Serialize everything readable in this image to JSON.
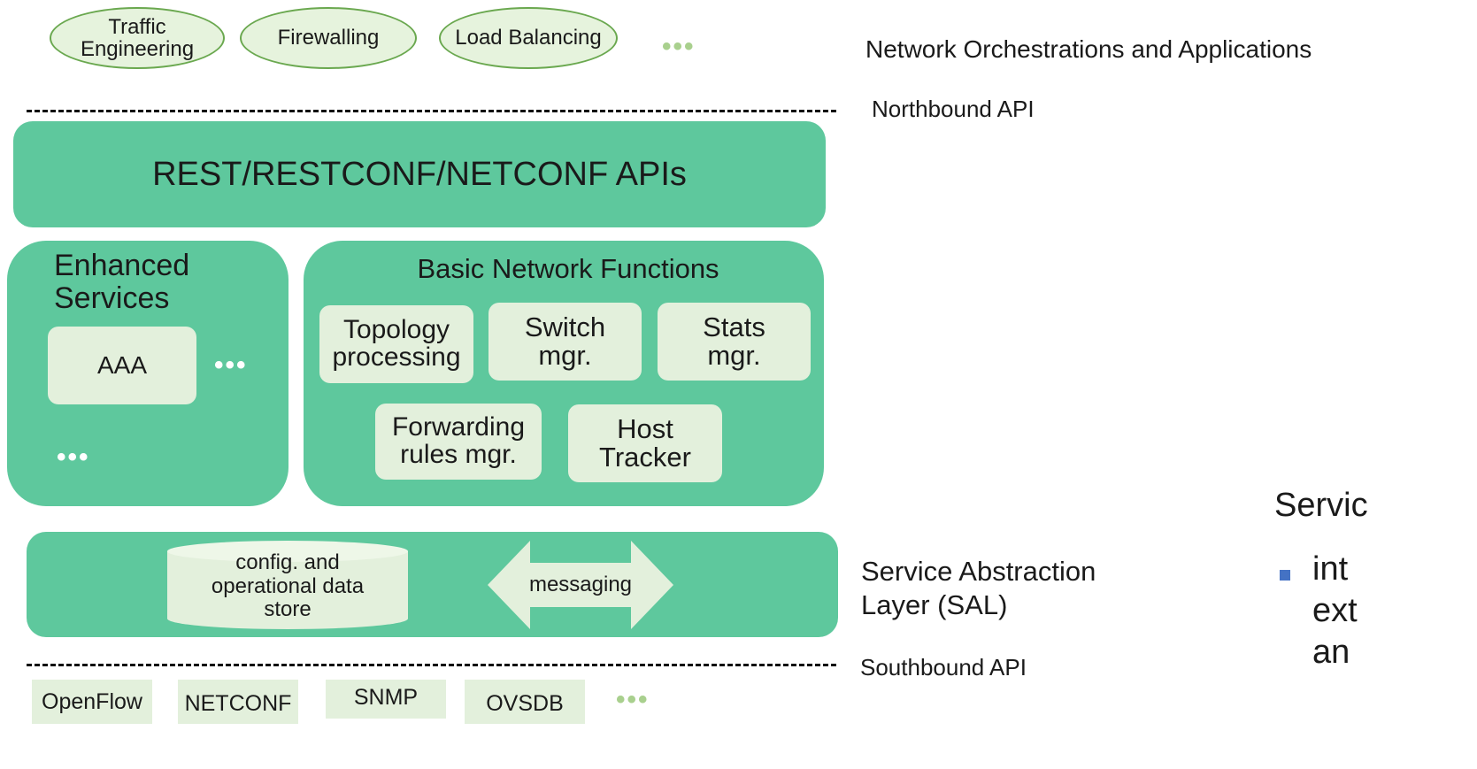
{
  "applications": {
    "items": [
      "Traffic\nEngineering",
      "Firewalling",
      "Load Balancing"
    ],
    "more": "•••",
    "layer_label": "Network Orchestrations and Applications"
  },
  "northbound_label": "Northbound API",
  "rest_api": {
    "label": "REST/RESTCONF/NETCONF APIs"
  },
  "enhanced_services": {
    "title": "Enhanced\nServices",
    "aaa": "AAA",
    "more_inline": "•••",
    "more_bottom": "•••"
  },
  "basic_functions": {
    "title": "Basic Network Functions",
    "topology": "Topology\nprocessing",
    "switch": "Switch\nmgr.",
    "stats": "Stats\nmgr.",
    "forwarding": "Forwarding\nrules mgr.",
    "host": "Host\nTracker"
  },
  "sal": {
    "datastore": "config. and\noperational data\nstore",
    "messaging": "messaging",
    "label": "Service Abstraction\nLayer (SAL)"
  },
  "southbound_label": "Southbound API",
  "protocols": {
    "items": [
      "OpenFlow",
      "NETCONF",
      "SNMP",
      "OVSDB"
    ],
    "more": "•••"
  },
  "right_panel": {
    "heading": "Servic",
    "bullet_lines": [
      "int",
      "ext",
      "an"
    ]
  },
  "colors": {
    "block_green": "#5ec89d",
    "inner_box": "#e3f0dc",
    "oval_border": "#6aa84f",
    "bullet": "#4472c4"
  }
}
